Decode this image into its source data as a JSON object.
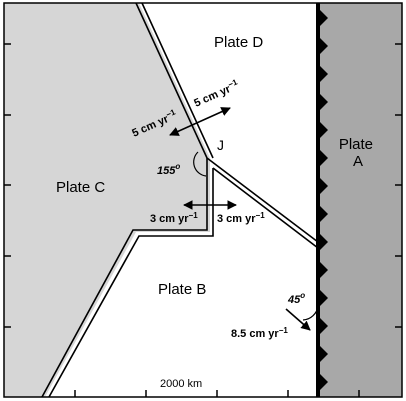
{
  "plates": {
    "a": "Plate\nA",
    "b": "Plate B",
    "c": "Plate C",
    "d": "Plate D"
  },
  "junction": {
    "label": "J"
  },
  "rates": {
    "cd_left": "5 cm yr",
    "cd_right": "5 cm yr",
    "bc_left": "3 cm yr",
    "bc_right": "3 cm yr",
    "ab": "8.5 cm yr",
    "exponent": "−1"
  },
  "angles": {
    "junction_angle": "155",
    "trench_angle": "45",
    "degree": "o"
  },
  "scale": {
    "label": "2000 km"
  },
  "colors": {
    "plate_a": "#a8a8a8",
    "plate_c": "#d6d6d6",
    "plate_b": "#ffffff",
    "plate_d": "#ffffff",
    "boundary": "#000000"
  }
}
